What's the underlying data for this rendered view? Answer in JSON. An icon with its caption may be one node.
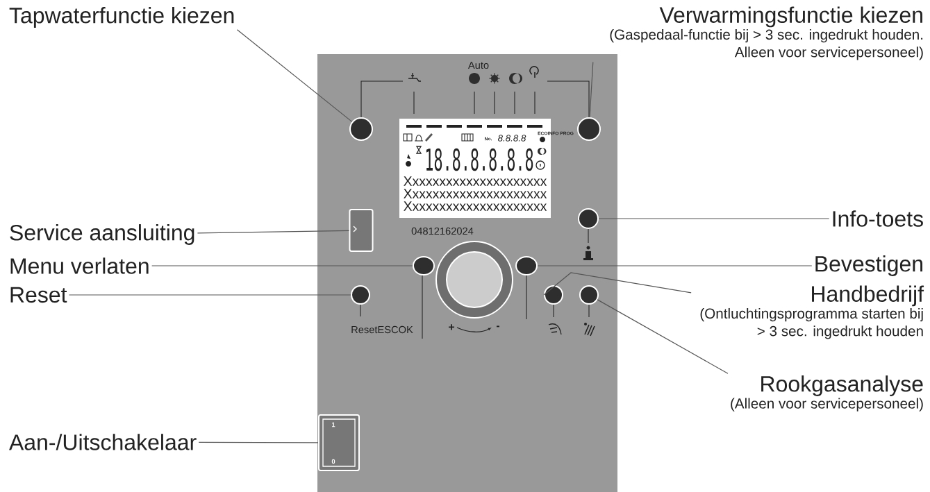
{
  "diagram": {
    "nodes": [
      {
        "text": [
          "Tapwaterfunctie kiezen"
        ]
      },
      {
        "text": [
          "Verwarmingsfunctie kiezen",
          "(Gaspedaal-functie bij > 3 sec. ingedrukt houden. Alleen voor servicepersoneel)"
        ]
      },
      {
        "text": [
          "Service aansluiting"
        ]
      },
      {
        "text": [
          "Menu verlaten"
        ]
      },
      {
        "text": [
          "Reset"
        ]
      },
      {
        "text": [
          "Aan-/Uitschakelaar"
        ]
      },
      {
        "text": [
          "Info-toets"
        ]
      },
      {
        "text": [
          "Bevestigen"
        ]
      },
      {
        "text": [
          "Handbedrijf",
          "(Ontluchtingsprogramma starten bij > 3 sec. ingedrukt houden"
        ]
      },
      {
        "text": [
          "Rookgasanalyse",
          "(Alleen voor servicepersoneel)"
        ]
      },
      {
        "text": [],
        "shape": "circle"
      },
      {
        "text": [],
        "shape": "circle"
      },
      {
        "text": [],
        "shape": "box"
      },
      {
        "text": [],
        "shape": "ellipse"
      },
      {
        "text": [],
        "shape": "circle"
      },
      {
        "text": [],
        "shape": "box"
      },
      {
        "text": [],
        "shape": "circle"
      },
      {
        "text": [],
        "shape": "ellipse"
      },
      {
        "text": [],
        "shape": "circle"
      },
      {
        "text": [],
        "shape": "circle"
      }
    ],
    "edges": [
      {
        "from": 0,
        "to": 10,
        "arrow": "none"
      },
      {
        "from": 1,
        "to": 11,
        "arrow": "none"
      },
      {
        "from": 2,
        "to": 12,
        "arrow": "none"
      },
      {
        "from": 3,
        "to": 13,
        "arrow": "none"
      },
      {
        "from": 4,
        "to": 14,
        "arrow": "none"
      },
      {
        "from": 5,
        "to": 15,
        "arrow": "none"
      },
      {
        "from": 6,
        "to": 16,
        "arrow": "none"
      },
      {
        "from": 7,
        "to": 17,
        "arrow": "none"
      },
      {
        "from": 8,
        "to": 18,
        "arrow": "none"
      },
      {
        "from": 9,
        "to": 19,
        "arrow": "none"
      }
    ],
    "labels": [
      "Auto",
      "ECOINFO PROG",
      "No.",
      "8.8.8.8",
      "18.8.8.8.8.8",
      "Xxxxxxxxxxxxxxxxxxxxx",
      "Xxxxxxxxxxxxxxxxxxxxx",
      "Xxxxxxxxxxxxxxxxxxxxx",
      "04812162024",
      "ResetESCOK",
      "+",
      "-",
      "1",
      "0"
    ]
  }
}
